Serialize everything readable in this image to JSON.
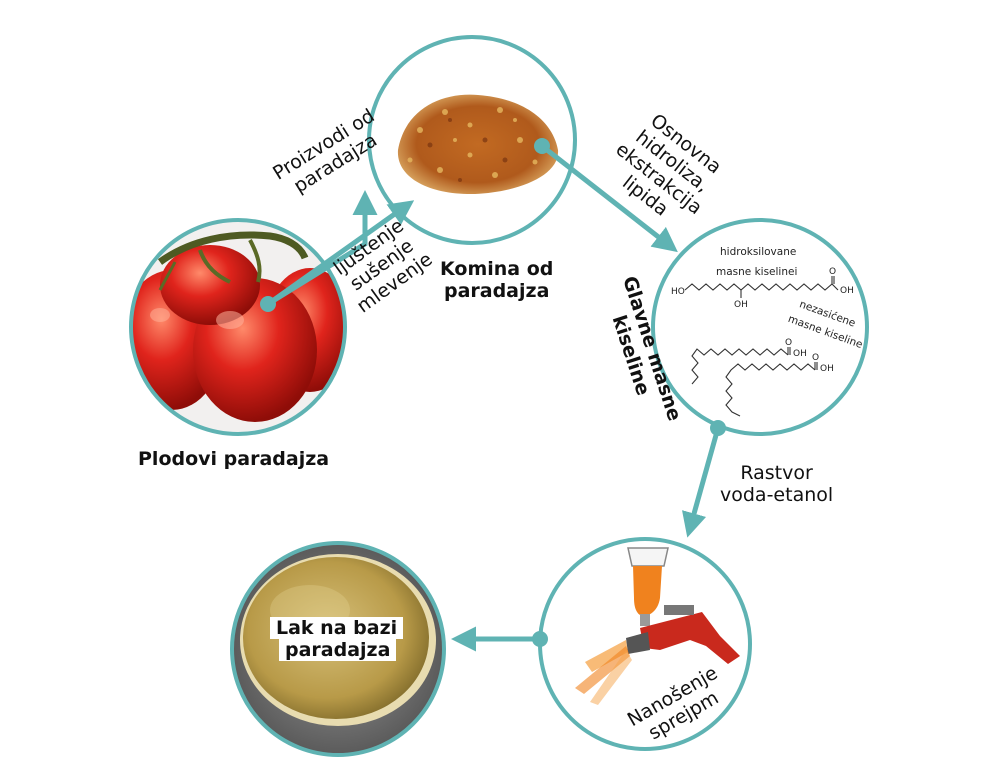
{
  "nodes": {
    "tomatoes": {
      "label": "Plodovi paradajza"
    },
    "pomace": {
      "label_line1": "Komina od",
      "label_line2": "paradajza"
    },
    "acids": {
      "label_line1": "Glavne masne",
      "label_line2": "kiseline",
      "hydroxy_line1": "hidroksilovane",
      "hydroxy_line2": "masne kiselinei",
      "unsat_line1": "nezasićene",
      "unsat_line2": "masne kiseline",
      "oh_left": "HO",
      "oh_mid": "OH",
      "cooh_oh1": "OH",
      "cooh_o1": "O",
      "cooh_oh2": "OH",
      "cooh_o2": "O",
      "cooh_oh3": "OH",
      "cooh_o3": "O"
    },
    "spray": {
      "label_line1": "Nanošenje",
      "label_line2": "sprejpm"
    },
    "lacquer": {
      "label_line1": "Lak na bazi",
      "label_line2": "paradajza"
    }
  },
  "edges": {
    "products": {
      "line1": "Proizvodi od",
      "line2": "paradajza"
    },
    "processing": {
      "line1": "ljuštenje",
      "line2": "sušenje",
      "line3": "mlevenje"
    },
    "hydrolysis": {
      "line1": "Osnovna",
      "line2": "hidroliza,",
      "line3": "ekstrakcija",
      "line4": "lipida"
    },
    "solvent": {
      "line1": "Rastvor",
      "line2": "voda-etanol"
    }
  },
  "colors": {
    "teal": "#5fb3b3",
    "tomato": "#e0241c",
    "pomace": "#b8651d",
    "gold": "#c2a24a",
    "spray_orange": "#f0821e"
  }
}
